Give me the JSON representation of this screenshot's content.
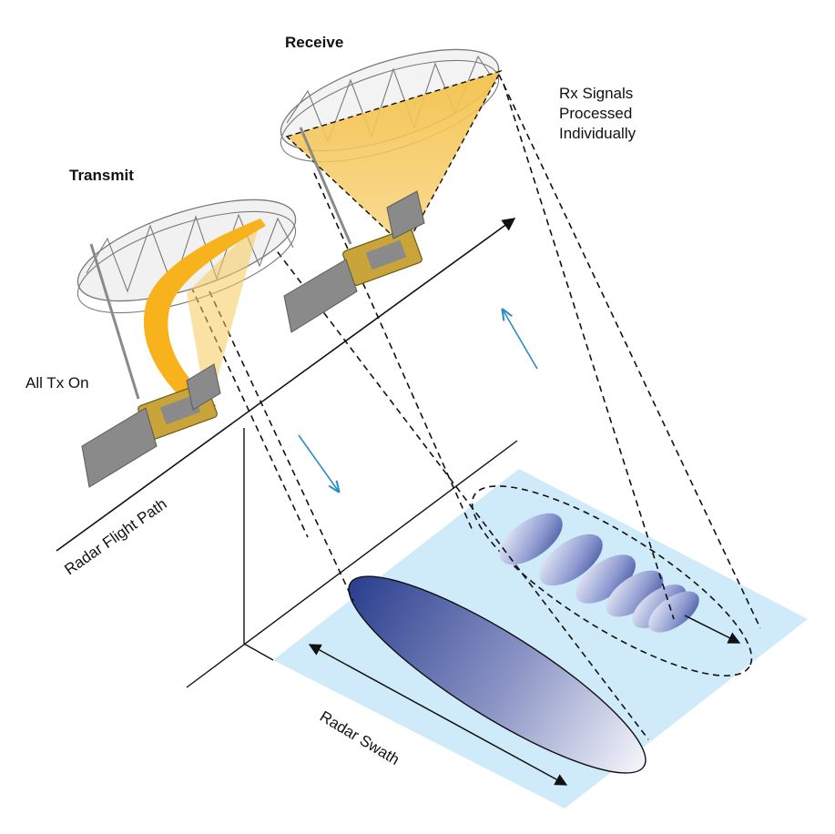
{
  "labels": {
    "receive": "Receive",
    "transmit": "Transmit",
    "rx_line1": "Rx Signals",
    "rx_line2": "Processed",
    "rx_line3": "Individually",
    "all_tx_on": "All Tx On",
    "flight_path": "Radar Flight Path",
    "swath": "Radar Swath"
  },
  "colors": {
    "beam_orange": "#f7b21c",
    "beam_pale": "#f6c95a",
    "ground_plane": "#cfeaf8",
    "swath_dark": "#2b3f8e",
    "arrow_teal": "#2a8ec6"
  },
  "sub_beams": 6
}
